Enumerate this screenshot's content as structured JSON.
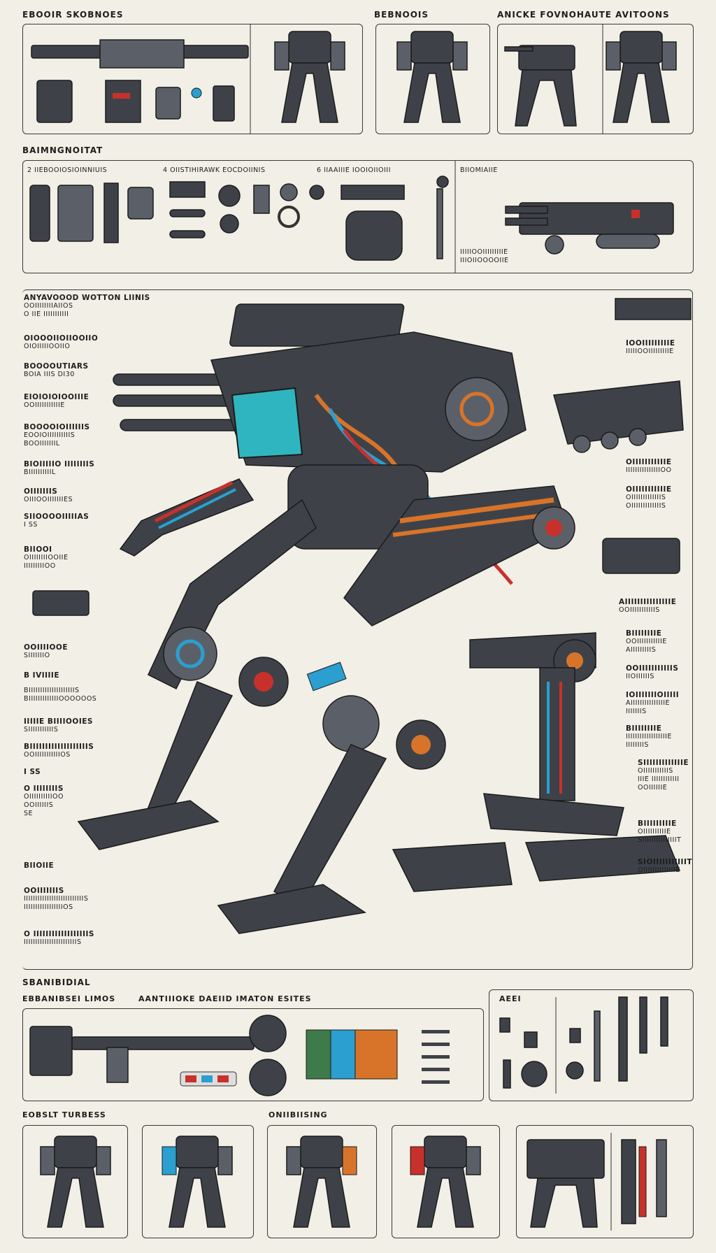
{
  "headings": {
    "top_left": "EBOOIR SKOBNOES",
    "top_middle": "BEBNOOIS",
    "top_right": "ANICKE FOVNOHAUTE AVITOONS",
    "row2": "BAIMNGNOITAT",
    "row2_col1": "2 IIEBOOIOSIOINNIUIS",
    "row2_col2": "4 OIISTIHIRAWK EOCDOIINIS",
    "row2_col3": "6 IIAAIIIE IOOIOIIOIII",
    "row2_col4": "BIIOMIAIIE",
    "row2_col4_sub": "IIIIIOOIIIIIIIIIE\nIIIOIIOOOOIIE",
    "bottom": "SBANIBIDIAL",
    "bottom_col1": "EBBANIBSEI LIMOS",
    "bottom_col2": "AANTIIIOKE DAEIID IMATON ESITES",
    "bottom_right": "AEEI",
    "thumbs_left": "EOBSLT TURBESS",
    "thumbs_mid": "ONIIBIISING"
  },
  "left_labels": [
    {
      "title": "ANYAVOOOD WOTTON LIINIS",
      "sub": "OOIIIIIIIIAIIOS\nO IIE IIIIIIIIIII"
    },
    {
      "title": "OIOOOIIOIIOOIIO",
      "sub": "OIOIIIIIOOIIO"
    },
    {
      "title": "BOOOOUTIARS",
      "sub": "BOIA IIIS DI30"
    },
    {
      "title": "EIOIOIOIOOIIIE",
      "sub": "OOIIIIIIIIIIIE"
    },
    {
      "title": "BOOOOIOIIIIIIS",
      "sub": "EOOIOIIIIIIIIIIS\nBOOIIIIIIIL"
    },
    {
      "title": "BIOIIIIIO IIIIIIIIS",
      "sub": "BIIIIIIIIIIL"
    },
    {
      "title": "OIIIIIIIS",
      "sub": "OIIIOOIIIIIIIES"
    },
    {
      "title": "SIIOOOOIIIIIAS",
      "sub": "I SS"
    },
    {
      "title": "BIIOOI",
      "sub": "OIIIIIIIIOOIIE\nIIIIIIIIIOO"
    },
    {
      "title": "OOIIIIOOE",
      "sub": "SIIIIIIIO"
    },
    {
      "title": "B IVIIIIE",
      "sub": ""
    },
    {
      "title": "",
      "sub": "BIIIIIIIIIIIIIIIIIIIIS\nBIIIIIIIIIIIIIOOOOOOS"
    },
    {
      "title": "IIIIIE BIIIIOOIES",
      "sub": "SIIIIIIIIIIIS"
    },
    {
      "title": "BIIIIIIIIIIIIIIIIIIIS",
      "sub": "OOIIIIIIIIIIIOS"
    },
    {
      "title": "I SS",
      "sub": ""
    },
    {
      "title": "O IIIIIIIIS",
      "sub": "OIIIIIIIIIIOO\nOOIIIIIIS\nSE"
    },
    {
      "title": "BIIOIIE",
      "sub": ""
    },
    {
      "title": "OOIIIIIIIS",
      "sub": "IIIIIIIIIIIIIIIIIIIIIIIIIIS\nIIIIIIIIIIIIIIIIIOS"
    },
    {
      "title": "O IIIIIIIIIIIIIIIIIIS",
      "sub": "IIIIIIIIIIIIIIIIIIIIIIIS"
    }
  ],
  "right_labels": [
    {
      "title": "IOOIIIIIIIIIE",
      "sub": "IIIIIOOIIIIIIIIIE"
    },
    {
      "title": "OIIIIIIIIIIIE",
      "sub": "IIIIIIIIIIIIIIIOO"
    },
    {
      "title": "OIIIIIIIIIIIE",
      "sub": "OIIIIIIIIIIIIIS\nOIIIIIIIIIIIIIS"
    },
    {
      "title": "AIIIIIIIIIIIIIIIE",
      "sub": "OOIIIIIIIIIIIS"
    },
    {
      "title": "BIIIIIIIIE",
      "sub": "OOIIIIIIIIIIIE\nAIIIIIIIIIS"
    },
    {
      "title": "OOIIIIIIIIIIIS",
      "sub": "IIOIIIIIIS"
    },
    {
      "title": "IOIIIIIIIOIIIII",
      "sub": "AIIIIIIIIIIIIIIIE\nIIIIIIIS"
    },
    {
      "title": "BIIIIIIIIE",
      "sub": "IIIIIIIIIIIIIIIIIIE\nIIIIIIIIS"
    },
    {
      "title": "SIIIIIIIIIIIIIE",
      "sub": "OIIIIIIIIIIIS\nIIIE IIIIIIIIIIII\nOOIIIIIIE"
    },
    {
      "title": "BIIIIIIIIIE",
      "sub": "OIIIIIIIIIIE\nSIIIIIIIIIIIIIIIT"
    },
    {
      "title": "SIOIIIIIIIIIIIT",
      "sub": "OIIIIIIIIIIIIIIE"
    }
  ],
  "colors": {
    "background": "#f1efe6",
    "metal": "#3e4248",
    "orange": "#d8742a",
    "blue": "#2a9fd0",
    "red": "#c8312b",
    "teal": "#2fb5c0"
  }
}
